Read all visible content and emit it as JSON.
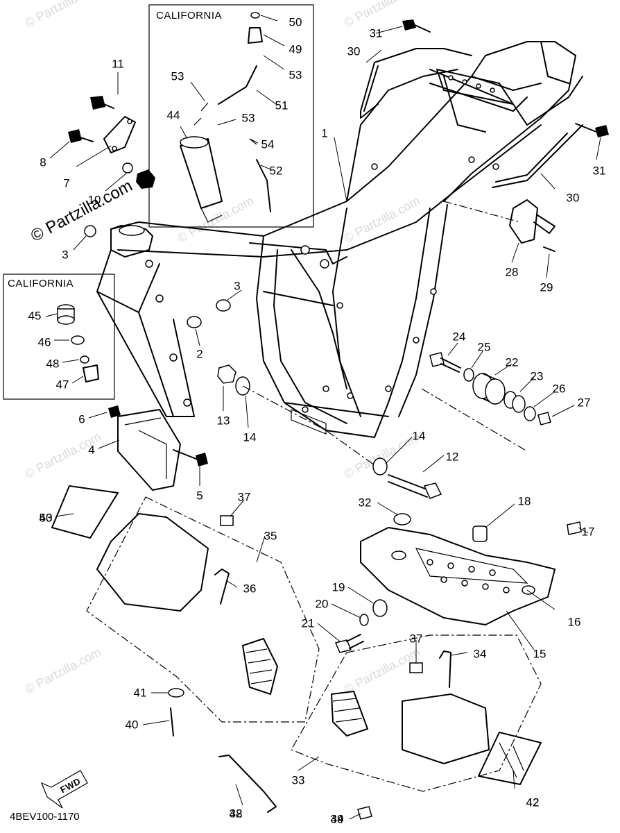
{
  "diagram": {
    "code": "4BEV100-1170",
    "direction_label": "FWD",
    "watermark": "© Partzilla.com",
    "box_california_top": "CALIFORNIA",
    "box_california_left": "CALIFORNIA"
  },
  "callouts": [
    {
      "id": "c1",
      "label": "1"
    },
    {
      "id": "c2",
      "label": "2"
    },
    {
      "id": "c3a",
      "label": "3"
    },
    {
      "id": "c3b",
      "label": "3"
    },
    {
      "id": "c4",
      "label": "4"
    },
    {
      "id": "c5",
      "label": "5"
    },
    {
      "id": "c6",
      "label": "6"
    },
    {
      "id": "c7",
      "label": "7"
    },
    {
      "id": "c8",
      "label": "8"
    },
    {
      "id": "c10",
      "label": "10"
    },
    {
      "id": "c11",
      "label": "11"
    },
    {
      "id": "c12",
      "label": "12"
    },
    {
      "id": "c13",
      "label": "13"
    },
    {
      "id": "c14a",
      "label": "14"
    },
    {
      "id": "c14b",
      "label": "14"
    },
    {
      "id": "c15",
      "label": "15"
    },
    {
      "id": "c16",
      "label": "16"
    },
    {
      "id": "c17",
      "label": "17"
    },
    {
      "id": "c18",
      "label": "18"
    },
    {
      "id": "c19",
      "label": "19"
    },
    {
      "id": "c20",
      "label": "20"
    },
    {
      "id": "c21",
      "label": "21"
    },
    {
      "id": "c22",
      "label": "22"
    },
    {
      "id": "c23",
      "label": "23"
    },
    {
      "id": "c24",
      "label": "24"
    },
    {
      "id": "c25",
      "label": "25"
    },
    {
      "id": "c26",
      "label": "26"
    },
    {
      "id": "c27",
      "label": "27"
    },
    {
      "id": "c28",
      "label": "28"
    },
    {
      "id": "c29",
      "label": "29"
    },
    {
      "id": "c30a",
      "label": "30"
    },
    {
      "id": "c30b",
      "label": "30"
    },
    {
      "id": "c31a",
      "label": "31"
    },
    {
      "id": "c31b",
      "label": "31"
    },
    {
      "id": "c32",
      "label": "32"
    },
    {
      "id": "c33",
      "label": "33"
    },
    {
      "id": "c34",
      "label": "34"
    },
    {
      "id": "c35",
      "label": "35"
    },
    {
      "id": "c36",
      "label": "36"
    },
    {
      "id": "c37a",
      "label": "37"
    },
    {
      "id": "c37b",
      "label": "37"
    },
    {
      "id": "c38",
      "label": "38"
    },
    {
      "id": "c39",
      "label": "39"
    },
    {
      "id": "c40",
      "label": "40"
    },
    {
      "id": "c41",
      "label": "41"
    },
    {
      "id": "c42",
      "label": "42"
    },
    {
      "id": "c43",
      "label": "43"
    },
    {
      "id": "c44",
      "label": "44"
    },
    {
      "id": "c45",
      "label": "45"
    },
    {
      "id": "c46",
      "label": "46"
    },
    {
      "id": "c47",
      "label": "47"
    },
    {
      "id": "c48",
      "label": "48"
    },
    {
      "id": "c49",
      "label": "49"
    },
    {
      "id": "c50",
      "label": "50"
    },
    {
      "id": "c51",
      "label": "51"
    },
    {
      "id": "c52",
      "label": "52"
    },
    {
      "id": "c53a",
      "label": "53"
    },
    {
      "id": "c53b",
      "label": "53"
    },
    {
      "id": "c53c",
      "label": "53"
    },
    {
      "id": "c54",
      "label": "54"
    }
  ]
}
